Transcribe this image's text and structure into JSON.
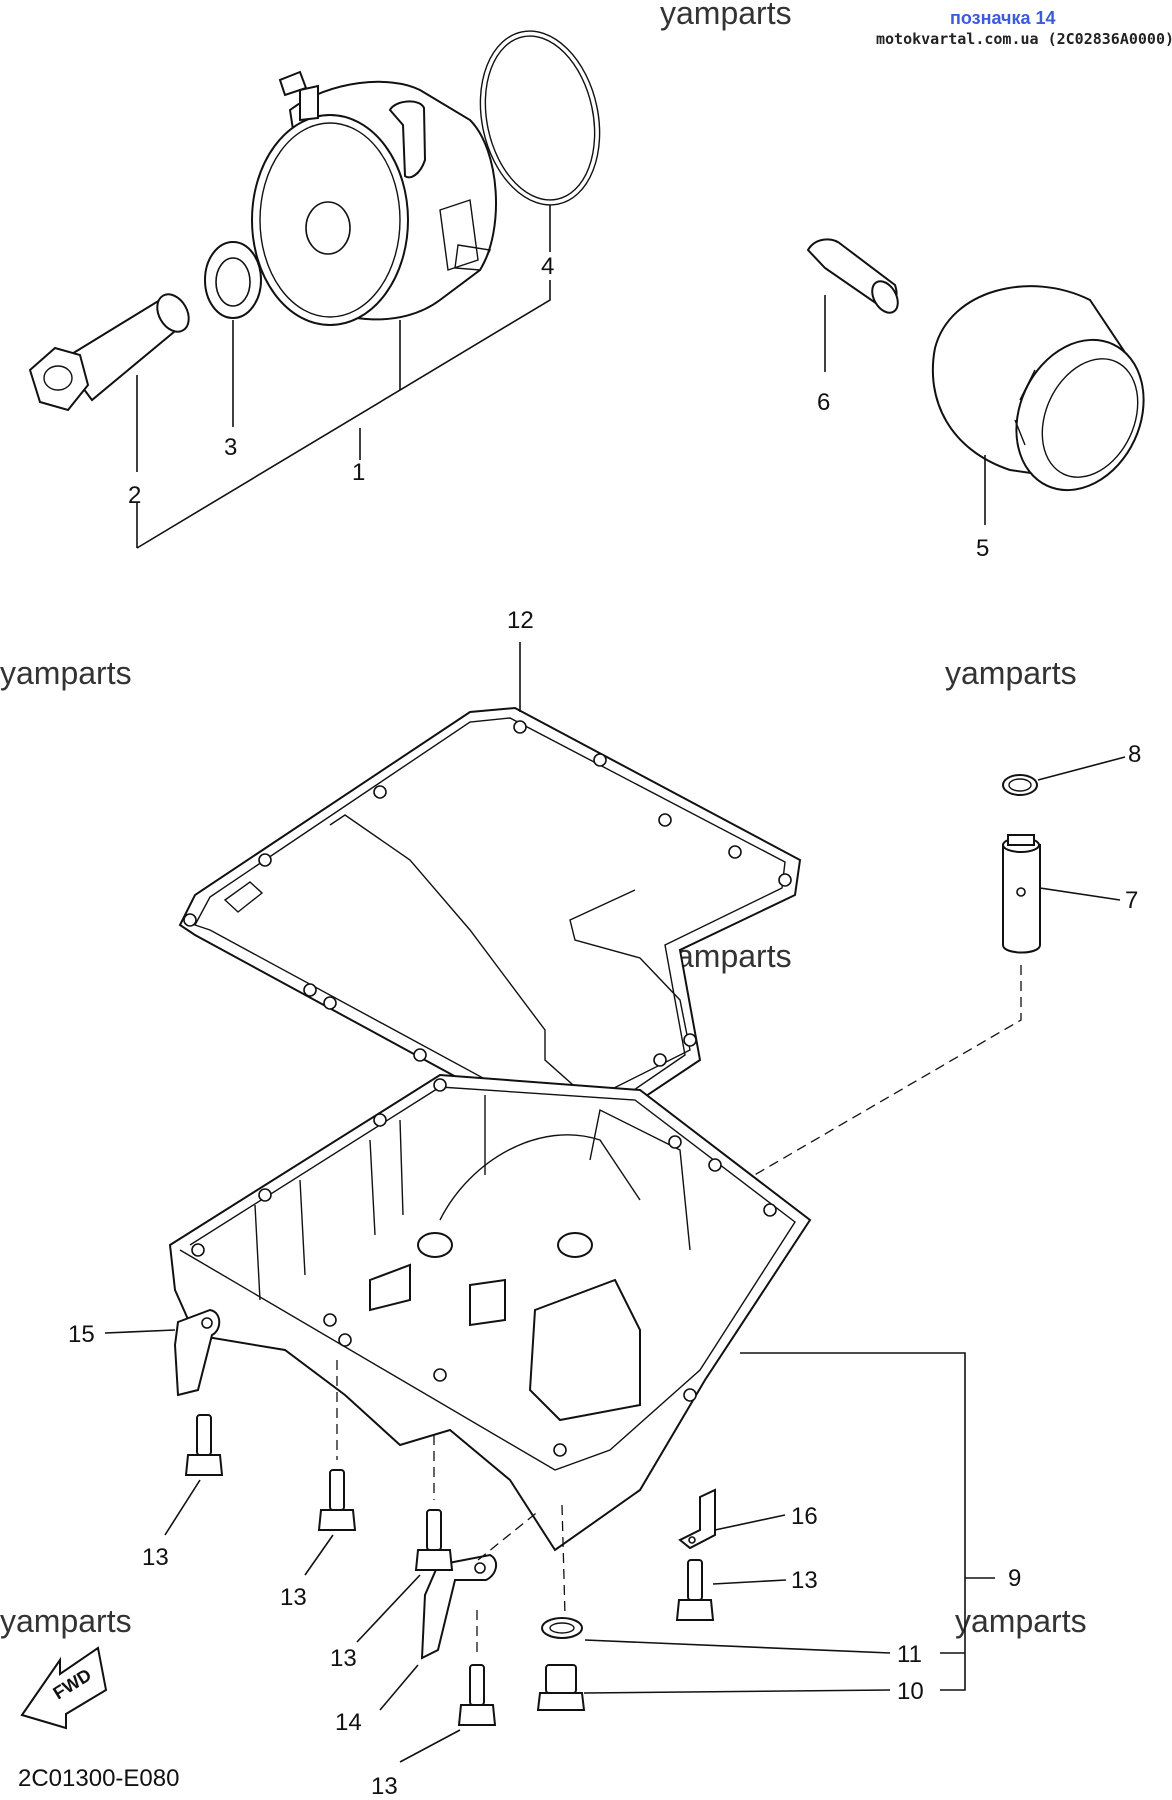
{
  "header": {
    "link_text": "позначка 14",
    "source_text": "motokvartal.com.ua (2C02836A0000)"
  },
  "watermark": "yamparts",
  "footer": {
    "diagram_code": "2C01300-E080",
    "fwd_label": "FWD"
  },
  "callouts": {
    "c1": "1",
    "c2": "2",
    "c3": "3",
    "c4": "4",
    "c5": "5",
    "c6": "6",
    "c7": "7",
    "c8": "8",
    "c9": "9",
    "c10": "10",
    "c11": "11",
    "c12": "12",
    "c13": "13",
    "c14": "14",
    "c15": "15",
    "c16": "16"
  },
  "colors": {
    "line": "#111111",
    "watermark": "#333333",
    "link": "#3b5bdb"
  }
}
